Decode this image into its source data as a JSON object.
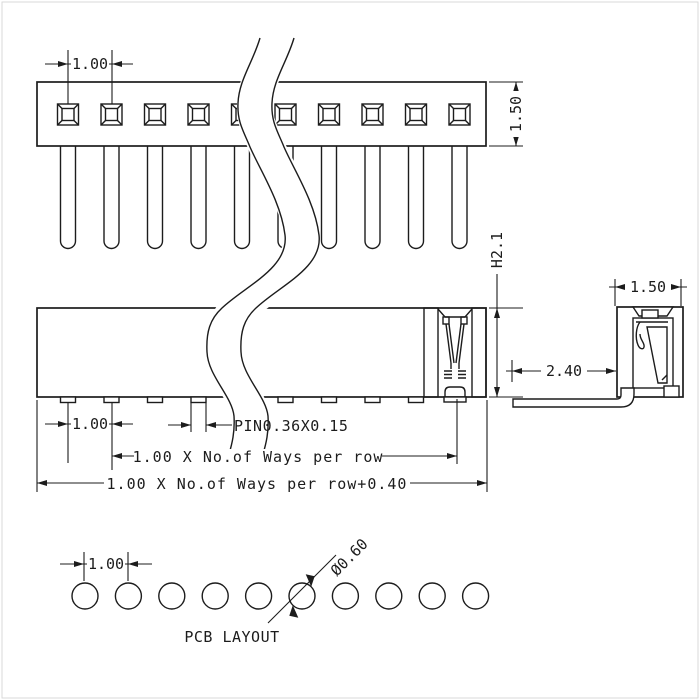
{
  "colors": {
    "line": "#1c1c1c",
    "background": "#ffffff"
  },
  "top_view": {
    "pitch": "1.00",
    "height": "1.50",
    "positions": 10
  },
  "front_view": {
    "body_height": "H2.1",
    "pitch": "1.00",
    "pin_size": "PIN0.36X0.15",
    "row_width": "1.00 X No.of Ways per row",
    "overall_width": "1.00 X No.of Ways per row+0.40"
  },
  "side_view": {
    "width": "1.50",
    "lead_length": "2.40"
  },
  "pcb_layout": {
    "caption": "PCB LAYOUT",
    "pitch": "1.00",
    "hole_diameter": "Ø0.60",
    "holes": 10
  }
}
